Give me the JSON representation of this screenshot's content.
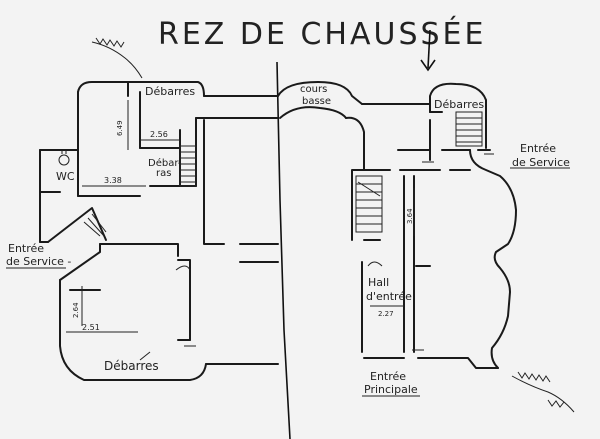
{
  "title": "REZ DE CHAUSSÉE",
  "rooms": {
    "debarras_top_left": "Débarres",
    "debarras_mid_left_1": "Débar-",
    "debarras_mid_left_2": "ras",
    "wc": "WC",
    "debarras_bottom": "Débarres",
    "debarras_top_right": "Débarres",
    "cours_basse_1": "cours",
    "cours_basse_2": "basse",
    "hall_1": "Hall",
    "hall_2": "d'entrée"
  },
  "labels": {
    "entree_service_left_1": "Entrée",
    "entree_service_left_2": "de Service -",
    "entree_service_right_1": "Entrée",
    "entree_service_right_2": "de Service",
    "entree_principale_1": "Entrée",
    "entree_principale_2": "Principale"
  },
  "dimensions": {
    "d_649": "6.49",
    "d_256": "2.56",
    "d_338": "3.38",
    "d_264": "2.64",
    "d_251": "2.51",
    "d_364": "3.64",
    "d_227": "2.27"
  },
  "colors": {
    "paper": "#f3f3f3",
    "ink": "#1a1a1a"
  },
  "icons": [
    "arrow-down-icon",
    "stairs-icon",
    "toilet-icon",
    "door-swing-icon"
  ]
}
